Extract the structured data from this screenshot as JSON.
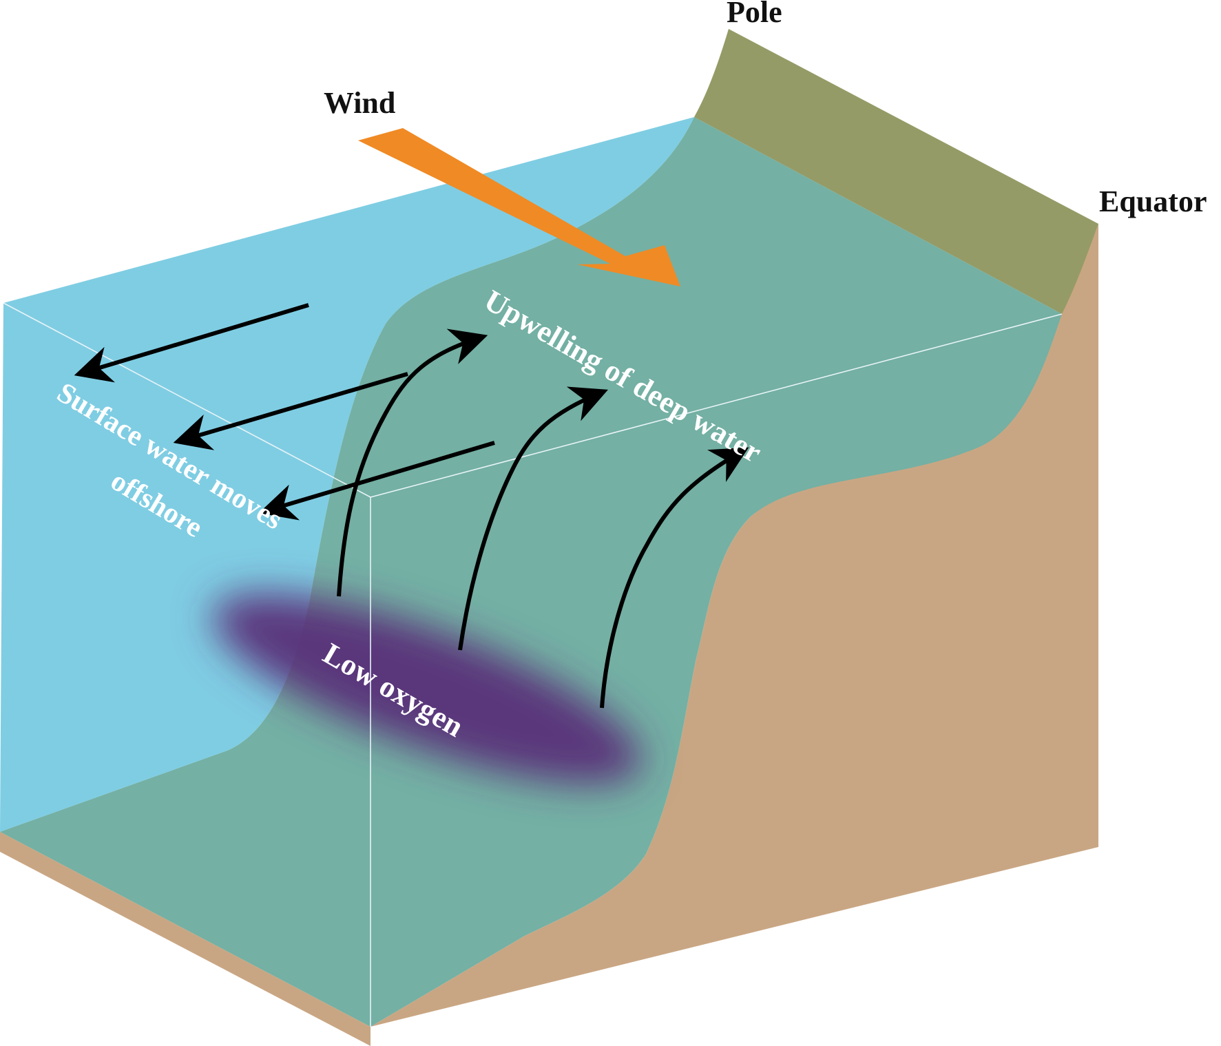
{
  "labels": {
    "pole": "Pole",
    "equator": "Equator",
    "wind": "Wind",
    "surface_line1": "Surface water moves",
    "surface_line2": "offshore",
    "upwelling": "Upwelling of deep water",
    "low_oxygen": "Low oxygen"
  },
  "colors": {
    "surface_water": "#7fcde3",
    "deep_water": "#74b0a4",
    "shelf_land": "#c9a683",
    "land_top": "#959b66",
    "wind_arrow": "#f08a24",
    "low_oxygen_zone": "#5a2f78",
    "arrows": "#000000",
    "edge_lines": "#e8f4f7"
  },
  "arrows": {
    "offshore_count": 3,
    "upwelling_count": 3
  }
}
